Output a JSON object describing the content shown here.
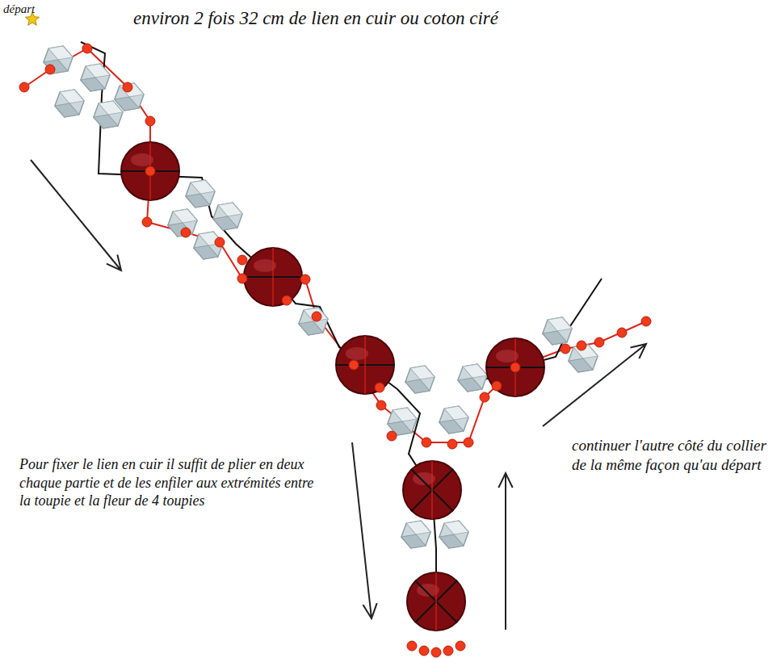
{
  "diagram": {
    "title": "environ 2 fois 32 cm de lien en cuir ou coton ciré",
    "labels": [
      "départ",
      "Pour fixer le lien en cuir il suffit de plier en deux chaque partie et de les enfiler aux extrémités entre la toupie et la fleur de 4 toupies",
      "continuer l'autre côté du collier de la même façon qu'au départ"
    ]
  }
}
